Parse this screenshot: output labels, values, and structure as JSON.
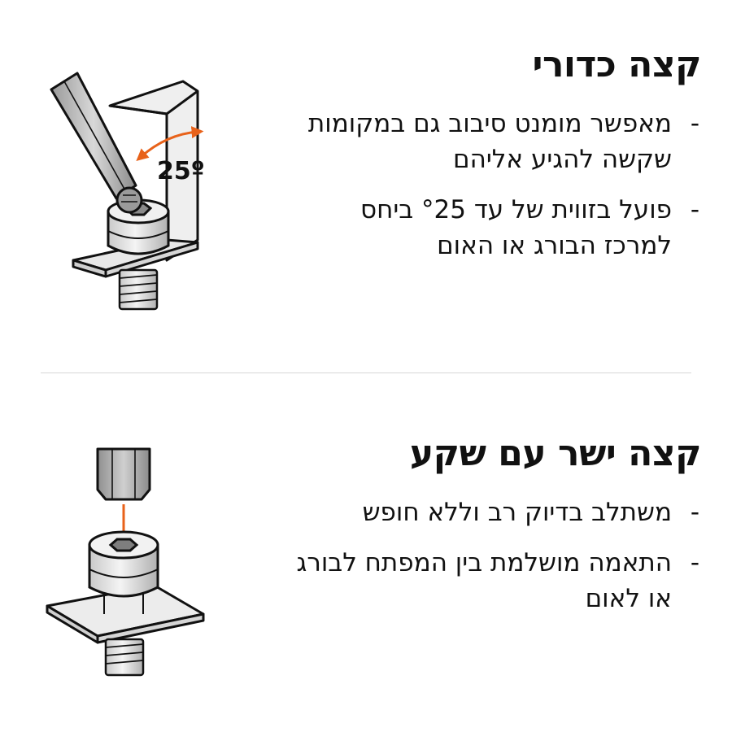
{
  "colors": {
    "accent": "#E8621A",
    "ink": "#111111",
    "metal_light": "#f2f2f2",
    "metal_dark": "#b8b8b8",
    "divider": "#d6d6d6"
  },
  "section_ball": {
    "title": "קצה כדורי",
    "bullet_marker": "-",
    "bullets": [
      "מאפשר מומנט סיבוב גם במקומות שקשה להגיע אליהם",
      "פועל בזווית של עד °25 ביחס למרכז הבורג או האום"
    ],
    "angle_label": "25º",
    "icon": "ball-end-hex-key-illustration"
  },
  "section_straight": {
    "title": "קצה ישר עם שקע",
    "bullet_marker": "-",
    "bullets": [
      "משתלב בדיוק רב וללא חופש",
      "התאמה מושלמת בין המפתח לבורג או לאום"
    ],
    "icon": "straight-hex-key-illustration"
  }
}
